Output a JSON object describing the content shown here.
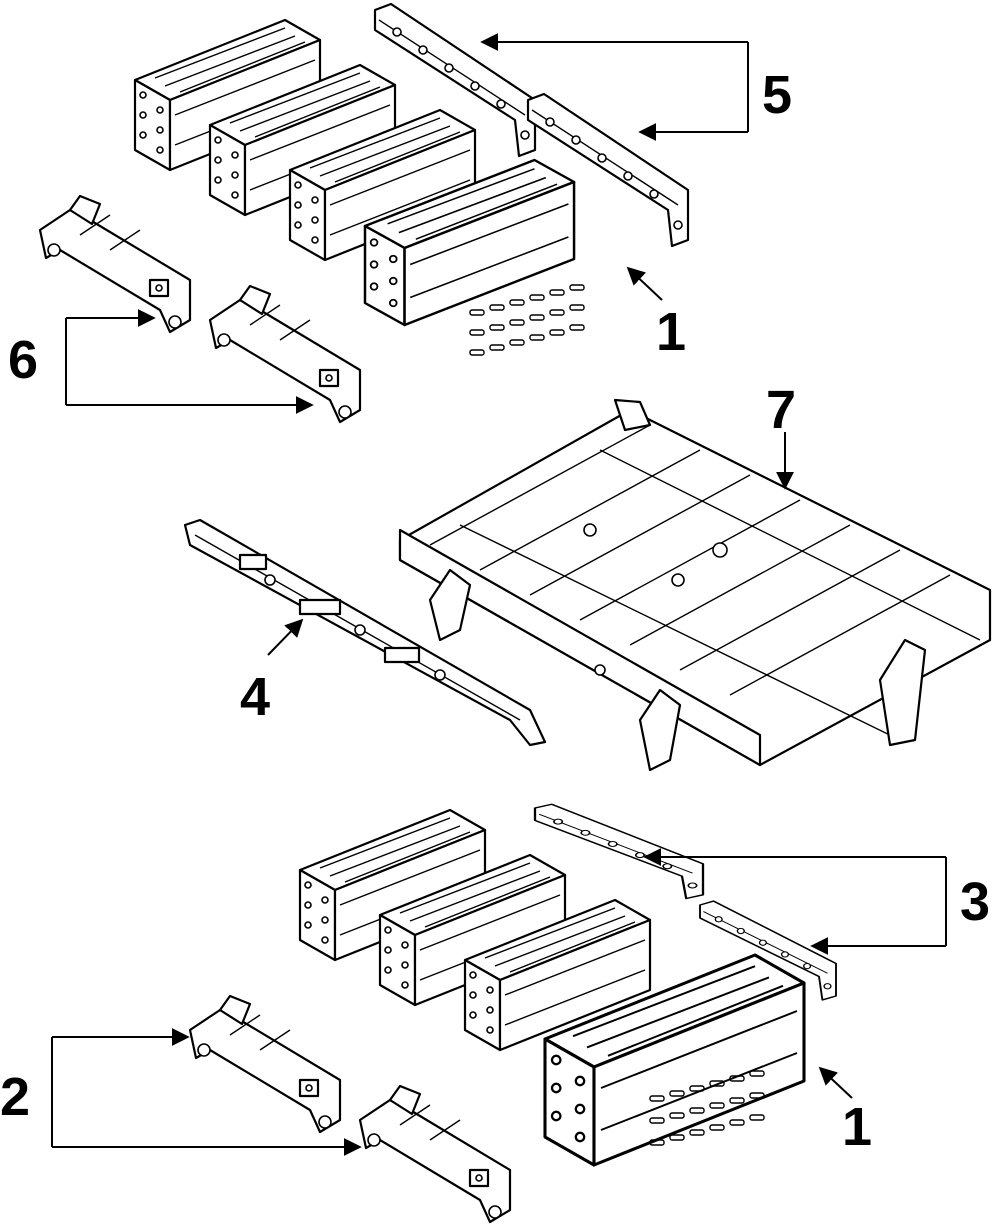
{
  "diagram": {
    "callouts": [
      {
        "id": "c1-top",
        "label": "1"
      },
      {
        "id": "c5",
        "label": "5"
      },
      {
        "id": "c6",
        "label": "6"
      },
      {
        "id": "c7",
        "label": "7"
      },
      {
        "id": "c4",
        "label": "4"
      },
      {
        "id": "c3",
        "label": "3"
      },
      {
        "id": "c2",
        "label": "2"
      },
      {
        "id": "c1-bottom",
        "label": "1"
      }
    ]
  }
}
